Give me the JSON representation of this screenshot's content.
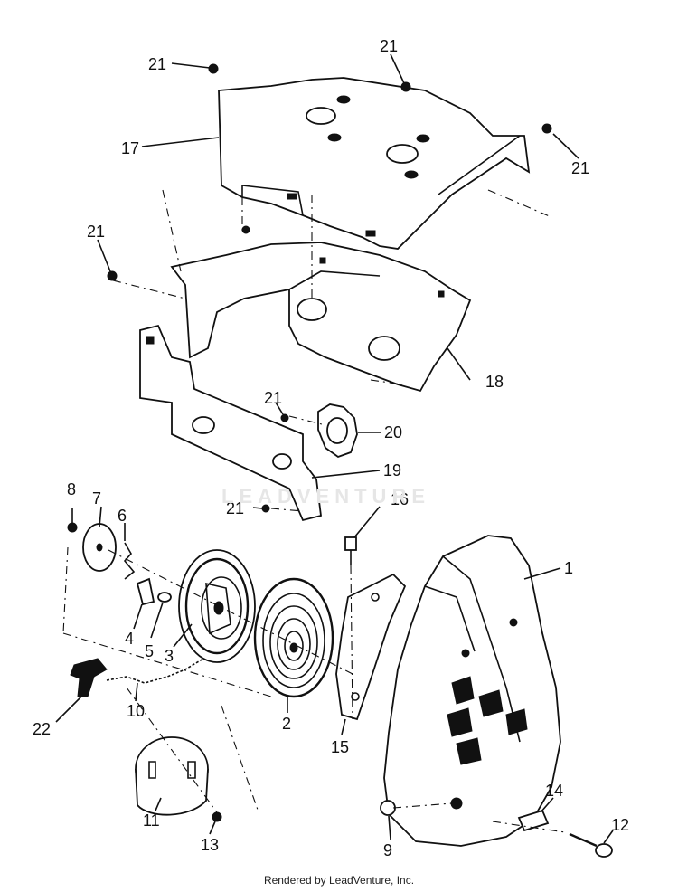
{
  "parts": {
    "p1": "1",
    "p2": "2",
    "p3": "3",
    "p4": "4",
    "p5": "5",
    "p6": "6",
    "p7": "7",
    "p8": "8",
    "p9": "9",
    "p10": "10",
    "p11": "11",
    "p12": "12",
    "p13": "13",
    "p14": "14",
    "p15": "15",
    "p16": "16",
    "p17": "17",
    "p18": "18",
    "p19": "19",
    "p20": "20",
    "p21": "21",
    "p22": "22"
  },
  "watermark": "LEADVENTURE",
  "credit": "Rendered by LeadVenture, Inc."
}
